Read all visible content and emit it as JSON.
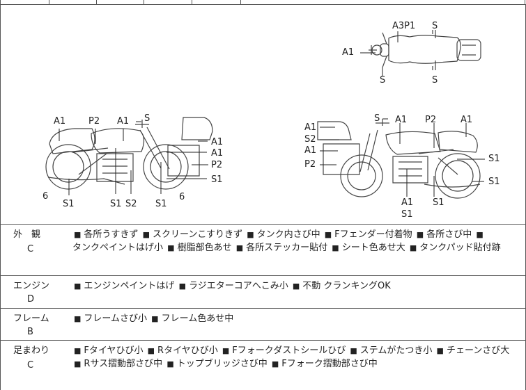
{
  "diagram": {
    "top_labels": {
      "a3p1": "A3P1",
      "s_top": "S",
      "a1": "A1",
      "s_left_bottom": "S",
      "s_right_bottom": "S"
    },
    "left_labels": {
      "a1_1": "A1",
      "p2": "P2",
      "a1_2": "A1",
      "s": "S",
      "r_a1_1": "A1",
      "r_a1_2": "A1",
      "r_p2": "P2",
      "r_s1": "S1",
      "six_left": "6",
      "b_s1_1": "S1",
      "b_s1_2": "S1",
      "b_s2": "S2",
      "b_s1_3": "S1",
      "six_right": "6"
    },
    "right_labels": {
      "l_a1_1": "A1",
      "l_s2": "S2",
      "l_a1_2": "A1",
      "l_p2": "P2",
      "s": "S",
      "a1_1": "A1",
      "p2": "P2",
      "a1_2": "A1",
      "r_s1_1": "S1",
      "r_s1_2": "S1",
      "b_a1": "A1",
      "b_s1_1": "S1",
      "b_s1_2": "S1"
    }
  },
  "rows": [
    {
      "category": "外　観",
      "grade": "C",
      "items": [
        "各所うすきず",
        "スクリーンこすりきず",
        "タンク内さび中",
        "Fフェンダー付着物",
        "各所さび中",
        "タンクペイントはげ小",
        "樹脂部色あせ",
        "各所ステッカー貼付",
        "シート色あせ大",
        "タンクパッド貼付跡"
      ]
    },
    {
      "category": "エンジン",
      "grade": "D",
      "items": [
        "エンジンペイントはげ",
        "ラジエターコアへこみ小",
        "不動 クランキングOK"
      ]
    },
    {
      "category": "フレーム",
      "grade": "B",
      "items": [
        "フレームさび小",
        "フレーム色あせ中"
      ]
    },
    {
      "category": "足まわり",
      "grade": "C",
      "items": [
        "Fタイヤひび小",
        "Rタイヤひび小",
        "Fフォークダストシールひび",
        "ステムがたつき小",
        "チェーンさび大",
        "Rサス摺動部さび中",
        "トップブリッジさび中",
        "Fフォーク摺動部さび中"
      ]
    }
  ],
  "bullet": "■"
}
